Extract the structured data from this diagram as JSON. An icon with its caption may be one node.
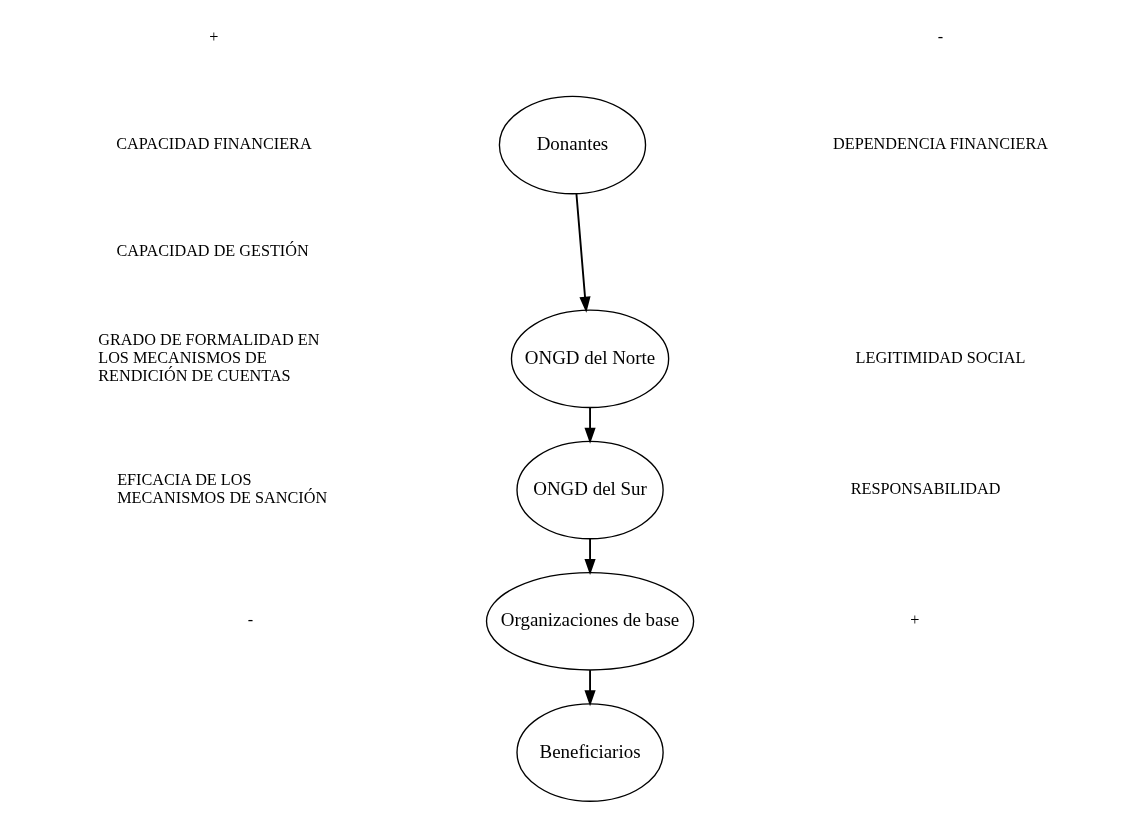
{
  "diagram": {
    "nodes": [
      {
        "text": [
          "Donantes"
        ]
      },
      {
        "text": [
          "ONGD del Norte"
        ]
      },
      {
        "text": [
          "ONGD del Sur"
        ]
      },
      {
        "text": [
          "Organizaciones de base"
        ]
      },
      {
        "text": [
          "Beneficiarios"
        ]
      }
    ],
    "edges": [
      {
        "from": 0,
        "to": 1,
        "arrow": "to"
      },
      {
        "from": 1,
        "to": 2,
        "arrow": "to"
      },
      {
        "from": 2,
        "to": 3,
        "arrow": "to"
      },
      {
        "from": 3,
        "to": 4,
        "arrow": "to"
      }
    ],
    "labels": [
      "+",
      "-",
      "CAPACIDAD FINANCIERA",
      "DEPENDENCIA FINANCIERA",
      "CAPACIDAD DE GESTIÓN",
      "GRADO DE FORMALIDAD EN LOS MECANISMOS DE RENDICIÓN DE CUENTAS",
      "LEGITIMIDAD SOCIAL",
      "EFICACIA DE LOS MECANISMOS DE SANCIÓN",
      "RESPONSABILIDAD",
      "-",
      "+"
    ]
  }
}
